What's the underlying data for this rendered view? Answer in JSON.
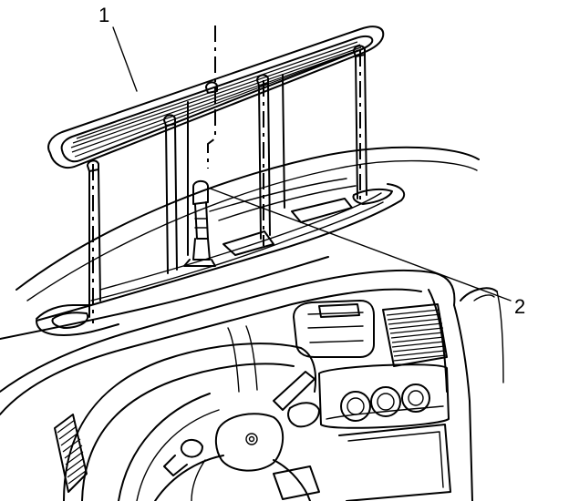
{
  "callouts": [
    {
      "id": "1",
      "label": "1"
    },
    {
      "id": "2",
      "label": "2"
    }
  ],
  "colors": {
    "ink": "#000000",
    "background": "#ffffff"
  }
}
